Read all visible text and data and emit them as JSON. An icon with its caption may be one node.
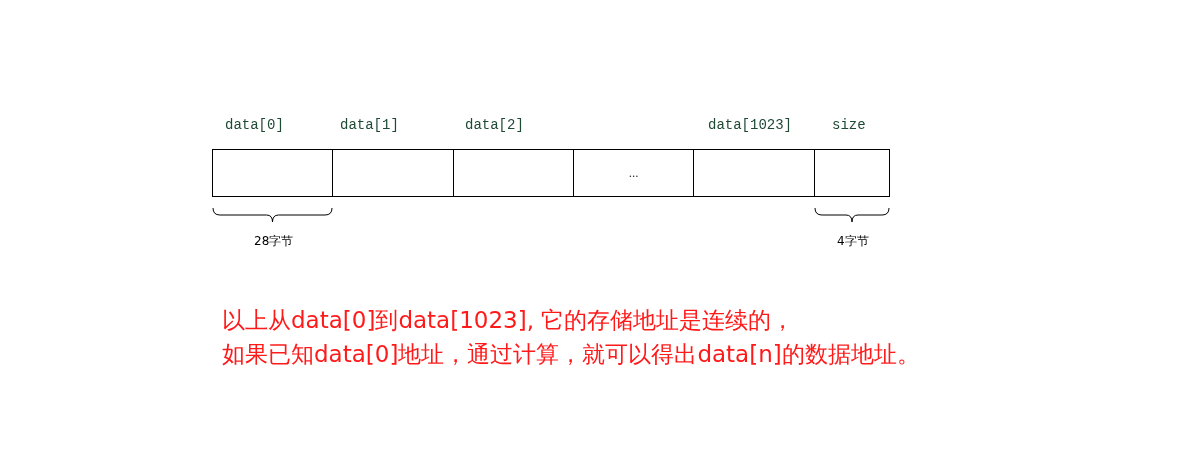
{
  "diagram": {
    "nodes": [
      {
        "text": [
          "data[0]"
        ],
        "beside": [
          "28字节"
        ]
      },
      {
        "text": [
          "data[1]"
        ]
      },
      {
        "text": [
          "data[2]"
        ]
      },
      {
        "text": [
          "..."
        ]
      },
      {
        "text": [
          "data[1023]"
        ]
      },
      {
        "text": [
          "size"
        ],
        "beside": [
          "4字节"
        ]
      }
    ],
    "labels": [
      "以上从data[0]到data[1023], 它的存储地址是连续的，",
      "如果已知data[0]地址，通过计算，就可以得出data[n]的数据地址。"
    ]
  }
}
